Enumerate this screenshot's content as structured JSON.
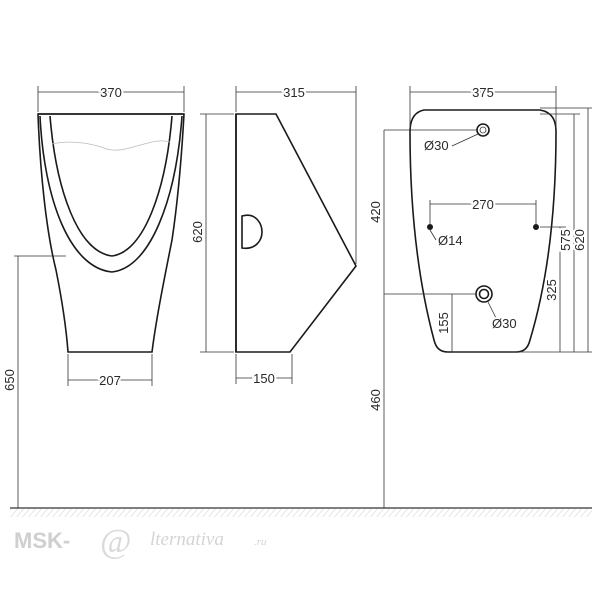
{
  "front_view": {
    "width_top": "370",
    "width_bottom": "207",
    "height_floor": "650"
  },
  "side_view": {
    "depth_top": "315",
    "depth_bottom": "150",
    "height": "620"
  },
  "back_view": {
    "width": "375",
    "hole_top": "Ø30",
    "hole_spacing": "270",
    "hole_small": "Ø14",
    "hole_bottom": "Ø30",
    "height_420": "420",
    "height_460": "460",
    "height_155": "155",
    "height_325": "325",
    "height_575": "575",
    "height_620": "620"
  },
  "watermark": {
    "prefix": "MSK-",
    "at": "@",
    "suffix": "lternativa",
    "domain": ".ru"
  },
  "colors": {
    "line": "#1a1a1a",
    "dimension": "#333333",
    "watermark": "#cfcfcf",
    "background": "#ffffff"
  }
}
